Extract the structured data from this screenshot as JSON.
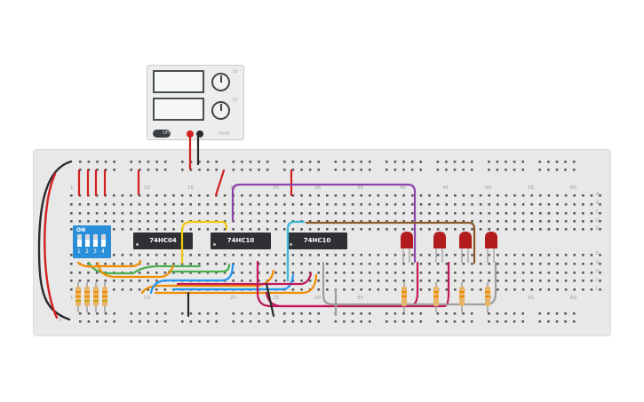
{
  "power_supply": {
    "switch_label": "OFF",
    "knob1_label": "CV",
    "knob2_label": "CC",
    "brand": "0000"
  },
  "breadboard": {
    "top_numbers": [
      "1",
      "10",
      "15",
      "20",
      "25",
      "30",
      "35",
      "40",
      "45",
      "50",
      "55",
      "60"
    ],
    "bottom_numbers": [
      "1",
      "10",
      "20",
      "25",
      "30",
      "35",
      "50",
      "55",
      "60"
    ],
    "row_letters": [
      "A",
      "B",
      "C",
      "D",
      "E",
      "F",
      "G",
      "H",
      "I",
      "J"
    ],
    "left_marks": [
      "-",
      "+"
    ]
  },
  "dip_switch": {
    "label": "ON",
    "numbers": [
      "1",
      "2",
      "3",
      "4"
    ]
  },
  "chips": [
    {
      "label": "74HC04"
    },
    {
      "label": "74HC10"
    },
    {
      "label": "74HC10"
    }
  ],
  "colors": {
    "board": "#e8e8e8",
    "hole": "#5a5a5a",
    "rail_red": "#e03535",
    "chip_body": "#2e3033",
    "dip_blue": "#2a8fd8",
    "led_red": "#b31c1c",
    "wire_purple": "#8e44ad",
    "wire_brown": "#8b5a2b",
    "wire_orange": "#f08c00",
    "wire_yellow": "#f2c80f",
    "wire_green": "#4caf50",
    "wire_blue": "#2196f3",
    "wire_cyan": "#3cb6d3",
    "wire_magenta": "#c2185b",
    "wire_gray": "#9e9e9e"
  }
}
